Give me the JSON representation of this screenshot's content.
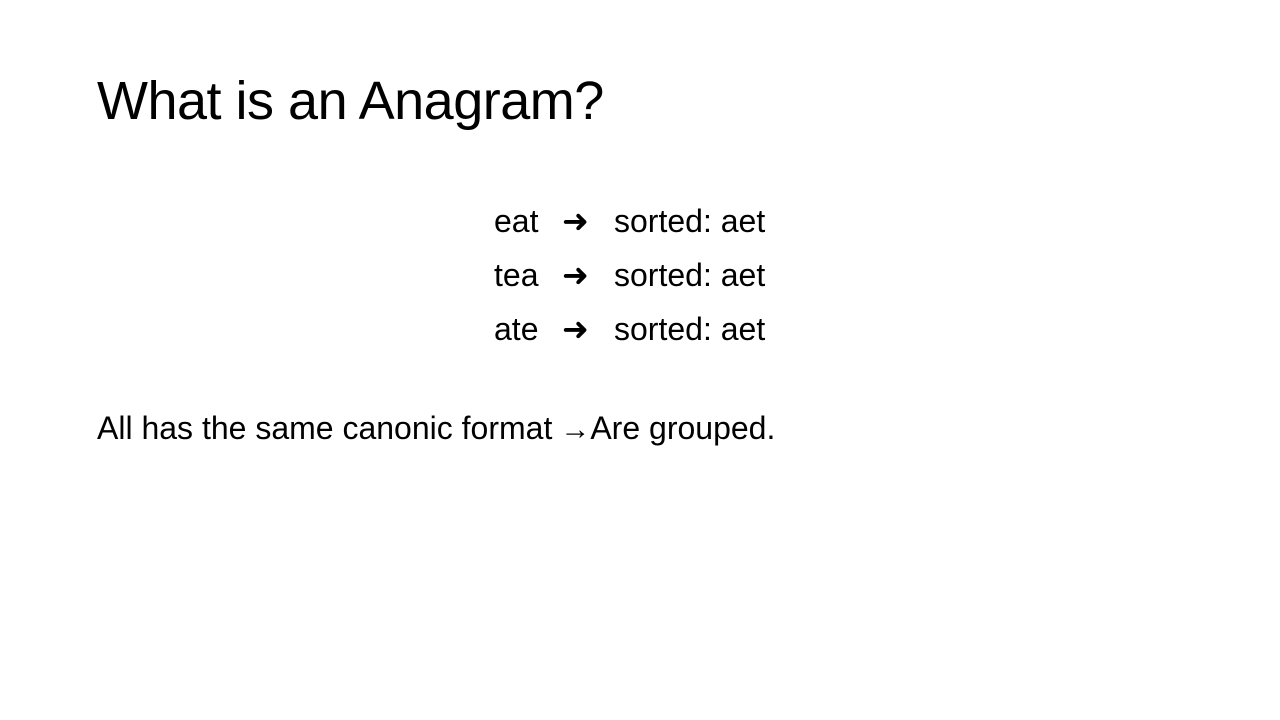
{
  "slide": {
    "title": "What is an Anagram?",
    "rows": [
      {
        "word": "eat",
        "arrow": "➜",
        "result": "sorted: aet"
      },
      {
        "word": "tea",
        "arrow": "➜",
        "result": "sorted: aet"
      },
      {
        "word": "ate",
        "arrow": "➜",
        "result": "sorted: aet"
      }
    ],
    "summary": {
      "text_before": "All has the same canonic format",
      "arrow": "→",
      "text_after": "Are grouped."
    }
  }
}
